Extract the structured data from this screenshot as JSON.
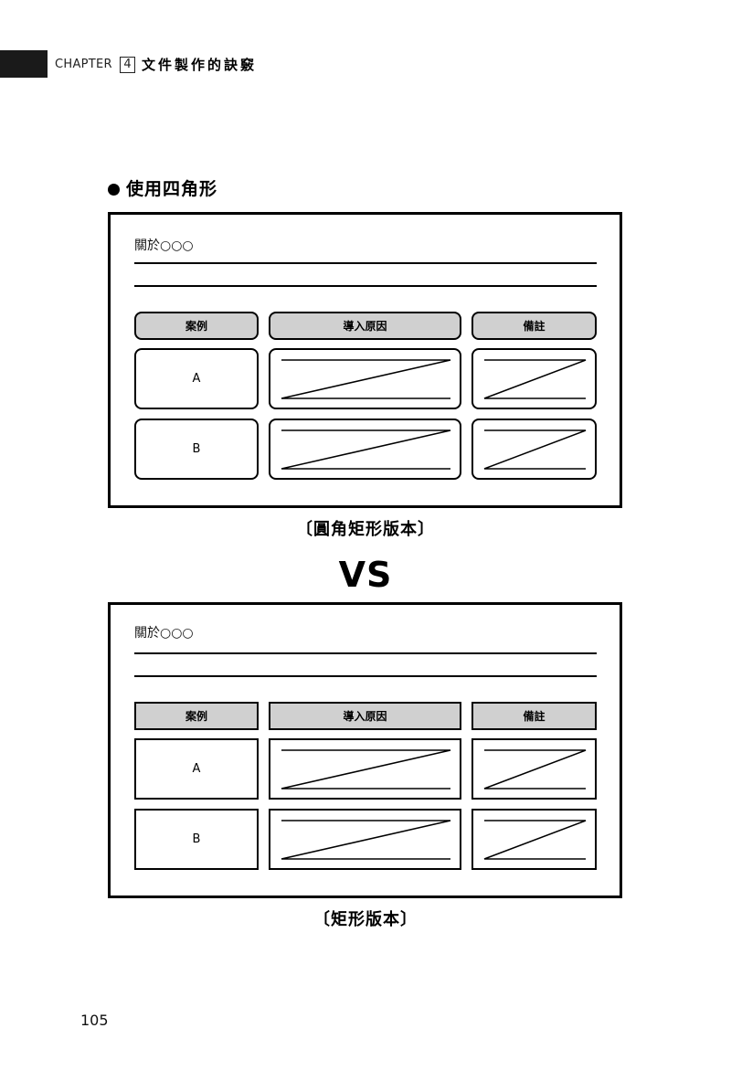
{
  "header": {
    "chapter_label": "CHAPTER",
    "chapter_number": "4",
    "chapter_title": "文件製作的訣竅"
  },
  "section": {
    "bullet_icon": "filled-circle-icon",
    "title": "使用四角形"
  },
  "figures": [
    {
      "title": "關於○○○",
      "columns": [
        "案例",
        "導入原因",
        "備註"
      ],
      "rows": [
        "A",
        "B"
      ],
      "caption": "〔圓角矩形版本〕"
    },
    {
      "title": "關於○○○",
      "columns": [
        "案例",
        "導入原因",
        "備註"
      ],
      "rows": [
        "A",
        "B"
      ],
      "caption": "〔矩形版本〕"
    }
  ],
  "vs_label": "VS",
  "page_number": "105",
  "colors": {
    "ink": "#000000",
    "header_cell_fill": "#d0d0d0",
    "chapter_bar": "#1a1a1a"
  }
}
